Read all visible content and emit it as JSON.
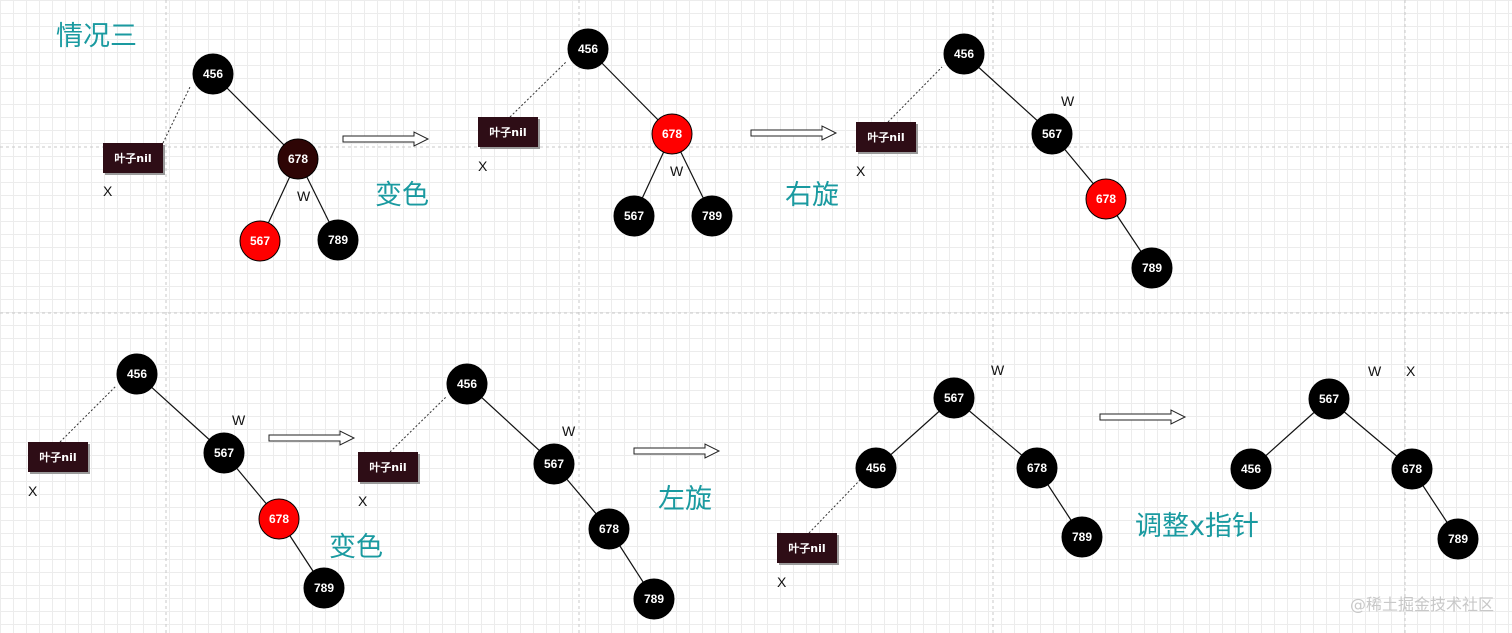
{
  "title": "情况三",
  "watermark": "@稀土掘金技术社区",
  "colors": {
    "black_node": "#000000",
    "red_node": "#ff0000",
    "dark_node": "#2e0505",
    "nil_box": "#2e0d16",
    "label": "#1a9aa0",
    "guide": "#c8c8c8"
  },
  "steps": [
    {
      "text": "变色"
    },
    {
      "text": "右旋"
    },
    {
      "text": "变色"
    },
    {
      "text": "左旋"
    },
    {
      "text": "调整x指针"
    }
  ],
  "trees": [
    {
      "nodes": [
        {
          "id": "n456",
          "label": "456",
          "color": "black"
        },
        {
          "id": "n678",
          "label": "678",
          "color": "dark"
        },
        {
          "id": "n567",
          "label": "567",
          "color": "red"
        },
        {
          "id": "n789",
          "label": "789",
          "color": "black"
        }
      ],
      "nil": {
        "label": "叶子nil"
      },
      "marks": [
        {
          "text": "X"
        },
        {
          "text": "W"
        }
      ]
    },
    {
      "nodes": [
        {
          "id": "n456",
          "label": "456",
          "color": "black"
        },
        {
          "id": "n678",
          "label": "678",
          "color": "red"
        },
        {
          "id": "n567",
          "label": "567",
          "color": "black"
        },
        {
          "id": "n789",
          "label": "789",
          "color": "black"
        }
      ],
      "nil": {
        "label": "叶子nil"
      },
      "marks": [
        {
          "text": "X"
        },
        {
          "text": "W"
        }
      ]
    },
    {
      "nodes": [
        {
          "id": "n456",
          "label": "456",
          "color": "black"
        },
        {
          "id": "n567",
          "label": "567",
          "color": "black"
        },
        {
          "id": "n678",
          "label": "678",
          "color": "red"
        },
        {
          "id": "n789",
          "label": "789",
          "color": "black"
        }
      ],
      "nil": {
        "label": "叶子nil"
      },
      "marks": [
        {
          "text": "X"
        },
        {
          "text": "W"
        }
      ]
    },
    {
      "nodes": [
        {
          "id": "n456",
          "label": "456",
          "color": "black"
        },
        {
          "id": "n567",
          "label": "567",
          "color": "black"
        },
        {
          "id": "n678",
          "label": "678",
          "color": "red"
        },
        {
          "id": "n789",
          "label": "789",
          "color": "black"
        }
      ],
      "nil": {
        "label": "叶子nil"
      },
      "marks": [
        {
          "text": "X"
        },
        {
          "text": "W"
        }
      ]
    },
    {
      "nodes": [
        {
          "id": "n456",
          "label": "456",
          "color": "black"
        },
        {
          "id": "n567",
          "label": "567",
          "color": "black"
        },
        {
          "id": "n678",
          "label": "678",
          "color": "black"
        },
        {
          "id": "n789",
          "label": "789",
          "color": "black"
        }
      ],
      "nil": {
        "label": "叶子nil"
      },
      "marks": [
        {
          "text": "X"
        },
        {
          "text": "W"
        }
      ]
    },
    {
      "nodes": [
        {
          "id": "n567",
          "label": "567",
          "color": "black"
        },
        {
          "id": "n456",
          "label": "456",
          "color": "black"
        },
        {
          "id": "n678",
          "label": "678",
          "color": "black"
        },
        {
          "id": "n789",
          "label": "789",
          "color": "black"
        }
      ],
      "nil": {
        "label": "叶子nil"
      },
      "marks": [
        {
          "text": "X"
        },
        {
          "text": "W"
        }
      ]
    },
    {
      "nodes": [
        {
          "id": "n567",
          "label": "567",
          "color": "black"
        },
        {
          "id": "n456",
          "label": "456",
          "color": "black"
        },
        {
          "id": "n678",
          "label": "678",
          "color": "black"
        },
        {
          "id": "n789",
          "label": "789",
          "color": "black"
        }
      ],
      "nil": null,
      "marks": [
        {
          "text": "W"
        },
        {
          "text": "X"
        }
      ]
    }
  ]
}
